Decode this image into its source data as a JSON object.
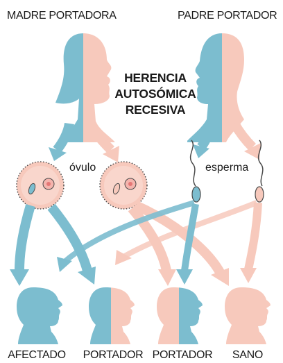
{
  "parents": {
    "mother_label": "MADRE PORTADORA",
    "father_label": "PADRE PORTADOR"
  },
  "title_lines": [
    "HERENCIA",
    "AUTOSÓMICA",
    "RECESIVA"
  ],
  "egg_label": "óvulo",
  "sperm_label": "esperma",
  "children": [
    {
      "label": "AFECTADO",
      "genotype": "affected"
    },
    {
      "label": "PORTADOR",
      "genotype": "carrier"
    },
    {
      "label": "PORTADOR",
      "genotype": "carrier"
    },
    {
      "label": "SANO",
      "genotype": "healthy"
    }
  ],
  "colors": {
    "recessive_allele": "#7cbdcf",
    "dominant_allele": "#f7c9bc",
    "nucleus": "#e57775",
    "outline": "#4a4a4a"
  }
}
